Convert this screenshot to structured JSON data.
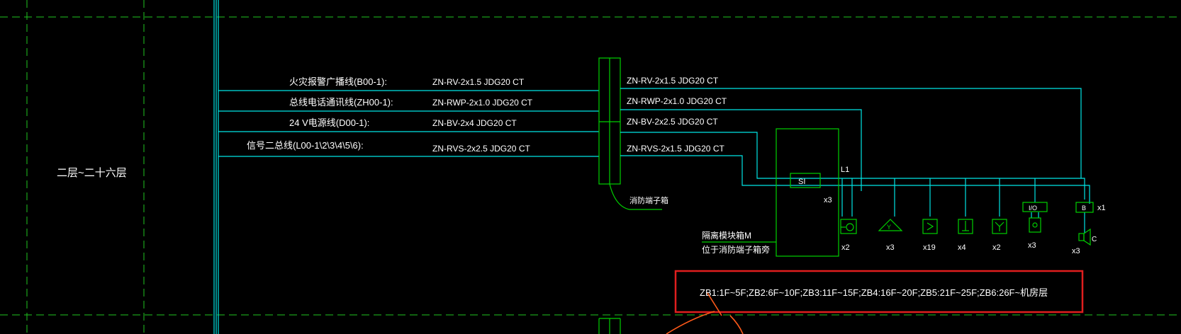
{
  "floor_label": "二层~二十六层",
  "wires": [
    {
      "name": "火灾报警广播线(B00-1):",
      "cable": "ZN-RV-2x1.5   JDG20  CT",
      "out_cable": "ZN-RV-2x1.5   JDG20  CT"
    },
    {
      "name": "总线电话通讯线(ZH00-1):",
      "cable": "ZN-RWP-2x1.0  JDG20  CT",
      "out_cable": "ZN-RWP-2x1.0  JDG20  CT"
    },
    {
      "name": "24 V电源线(D00-1):",
      "cable": "ZN-BV-2x4  JDG20  CT",
      "out_cable": "ZN-BV-2x2.5  JDG20  CT"
    },
    {
      "name": "信号二总线(L00-1\\2\\3\\4\\5\\6):",
      "cable": "ZN-RVS-2x2.5  JDG20  CT",
      "out_cable": "ZN-RVS-2x1.5  JDG20  CT"
    }
  ],
  "terminal_box_label": "消防端子箱",
  "isolation_module": {
    "symbol": "SI",
    "count": "x3",
    "loop": "L1",
    "note_line1": "隔离模块箱M",
    "note_line2": "位于消防端子箱旁"
  },
  "devices": [
    {
      "icon": "water-flow-indicator-icon",
      "count": "x2"
    },
    {
      "icon": "manual-alarm-button-icon",
      "count": "x3"
    },
    {
      "icon": "smoke-detector-icon",
      "count": "x19"
    },
    {
      "icon": "heat-detector-icon",
      "count": "x4"
    },
    {
      "icon": "hydrant-button-icon",
      "count": "x2"
    },
    {
      "icon": "input-output-module-icon",
      "box_label": "I/O",
      "count": "x3"
    },
    {
      "icon": "broadcast-module-icon",
      "box_label": "B",
      "count": "x1"
    },
    {
      "icon": "speaker-icon",
      "label": "C",
      "count": "x3"
    }
  ],
  "zone_note": "ZB1:1F~5F;ZB2:6F~10F;ZB3:11F~15F;ZB4:16F~20F;ZB5:21F~25F;ZB6:26F~机房层",
  "colors": {
    "background": "#000000",
    "wire": "#00e5e5",
    "equipment": "#00d000",
    "grid": "#1fc41f",
    "highlight": "#e01e1e",
    "annotation": "#ff5a1a"
  }
}
